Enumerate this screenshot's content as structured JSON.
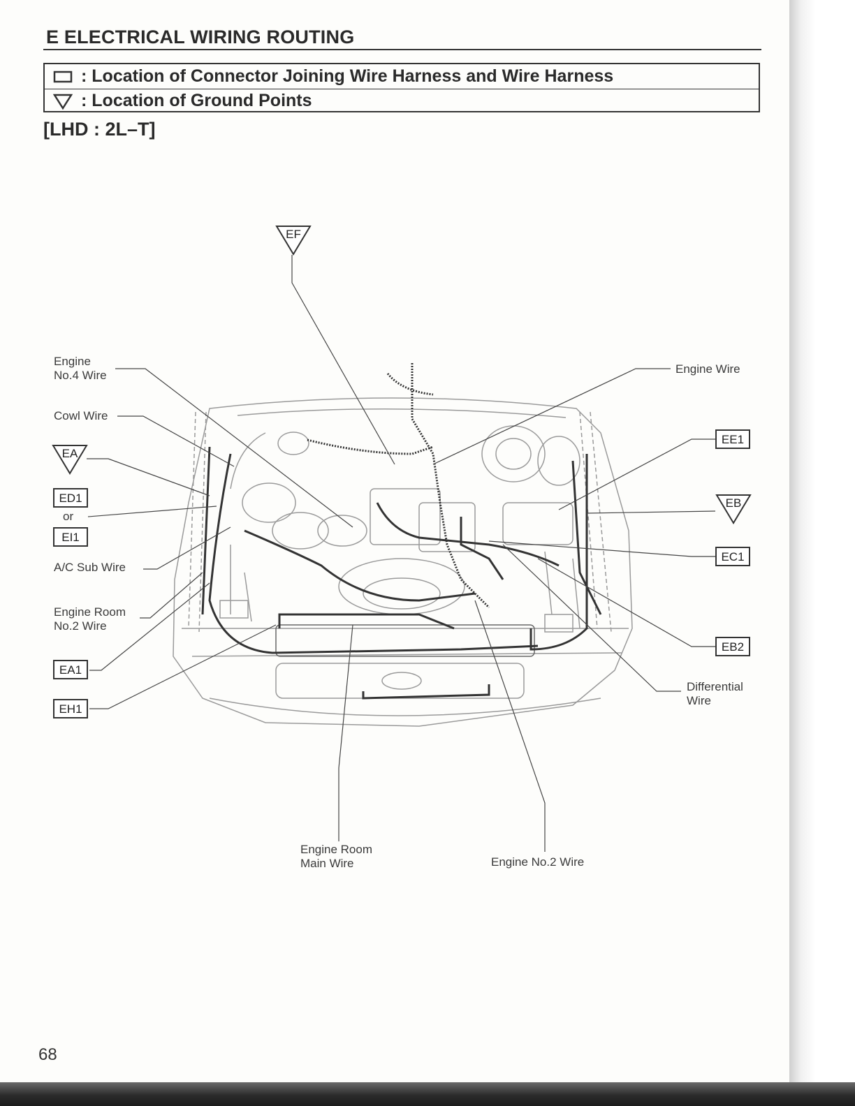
{
  "page": {
    "section_title": "E  ELECTRICAL WIRING ROUTING",
    "legend": {
      "connector_text": ": Location of Connector Joining Wire Harness and Wire Harness",
      "ground_text": ": Location of Ground Points"
    },
    "subtitle": "[LHD : 2L–T]",
    "page_number": "68"
  },
  "diagram": {
    "ground_points": {
      "ef": "EF",
      "ea": "EA",
      "eb": "EB"
    },
    "connectors": {
      "ed1": "ED1",
      "or": "or",
      "ei1": "EI1",
      "ea1": "EA1",
      "eh1": "EH1",
      "ee1": "EE1",
      "ec1": "EC1",
      "eb2": "EB2"
    },
    "wire_labels": {
      "engine_no4_l1": "Engine",
      "engine_no4_l2": "No.4 Wire",
      "cowl": "Cowl Wire",
      "ac_sub": "A/C Sub Wire",
      "engine_room_no2_l1": "Engine Room",
      "engine_room_no2_l2": "No.2 Wire",
      "engine_wire": "Engine Wire",
      "differential_l1": "Differential",
      "differential_l2": "Wire",
      "engine_room_main_l1": "Engine Room",
      "engine_room_main_l2": "Main Wire",
      "engine_no2": "Engine No.2 Wire"
    }
  }
}
